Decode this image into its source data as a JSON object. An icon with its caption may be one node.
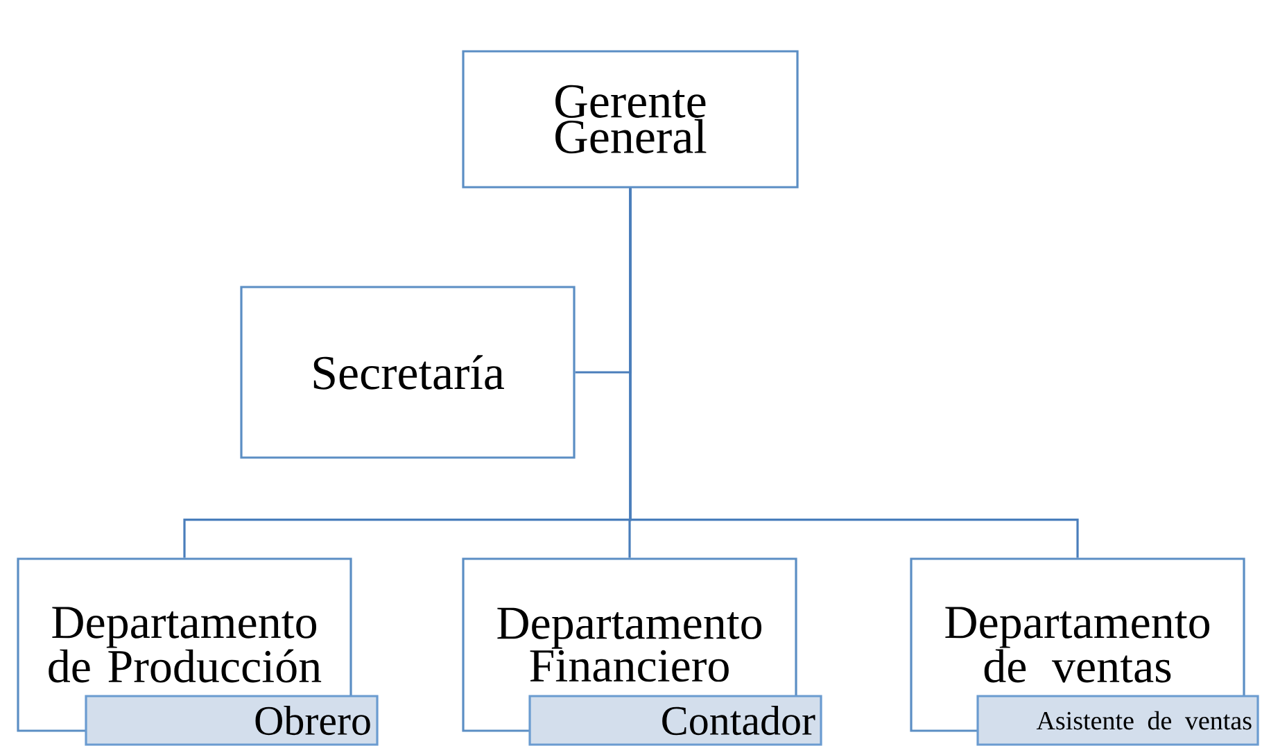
{
  "diagram": {
    "nodes": [
      {
        "text": [
          "Gerente General"
        ]
      },
      {
        "text": [
          "Secretaría"
        ]
      },
      {
        "text": [
          "Departamento de Producción"
        ]
      },
      {
        "text": [
          "Departamento Financiero"
        ]
      },
      {
        "text": [
          "Departamento de ventas"
        ]
      },
      {
        "text": [
          "Obrero"
        ]
      },
      {
        "text": [
          "Contador"
        ]
      },
      {
        "text": [
          "Asistente de ventas"
        ]
      }
    ],
    "edges": [
      {
        "from": 0,
        "to": 1,
        "arrow": "none"
      },
      {
        "from": 0,
        "to": 2,
        "arrow": "none"
      },
      {
        "from": 0,
        "to": 3,
        "arrow": "none"
      },
      {
        "from": 0,
        "to": 4,
        "arrow": "none"
      }
    ]
  }
}
